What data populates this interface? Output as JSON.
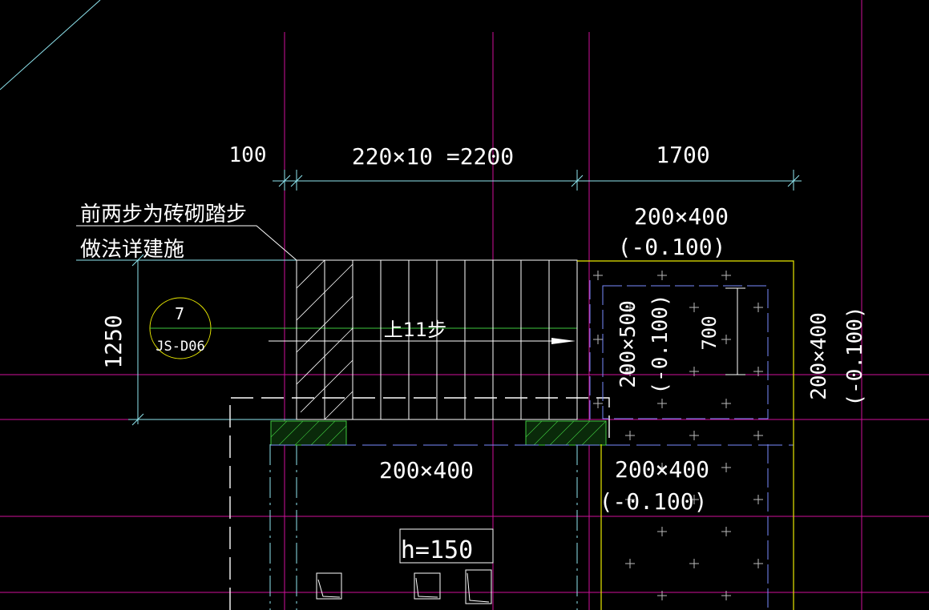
{
  "colors": {
    "background": "#000000",
    "grid_magenta": "#d0109a",
    "dim_cyan": "#8fe6f0",
    "wall_yellow": "#e8e800",
    "hatch_green": "#3ec83e",
    "stair_white": "#ffffff",
    "slab_blue": "#7a8cff",
    "text_white": "#ffffff"
  },
  "dimensions": {
    "left": "100",
    "middle": "220×10 =2200",
    "right": "1700",
    "vertical": "1250",
    "landing_inner": "700"
  },
  "note": {
    "line1": "前两步为砖砌踏步",
    "line2": "做法详建施"
  },
  "detail_marker": {
    "number": "7",
    "sheet": "JS-D06"
  },
  "stair": {
    "label": "上11步"
  },
  "beams": {
    "top_right": {
      "size": "200×400",
      "elev": "(-0.100)"
    },
    "landing_vertical": {
      "size": "200×500",
      "elev": "(-0.100)"
    },
    "right_vertical": {
      "size": "200×400",
      "elev": "(-0.100)"
    },
    "bottom_middle": {
      "size": "200×400"
    },
    "bottom_right": {
      "size": "200×400",
      "elev": "(-0.100)"
    }
  },
  "slab": {
    "thickness": "h=150"
  }
}
